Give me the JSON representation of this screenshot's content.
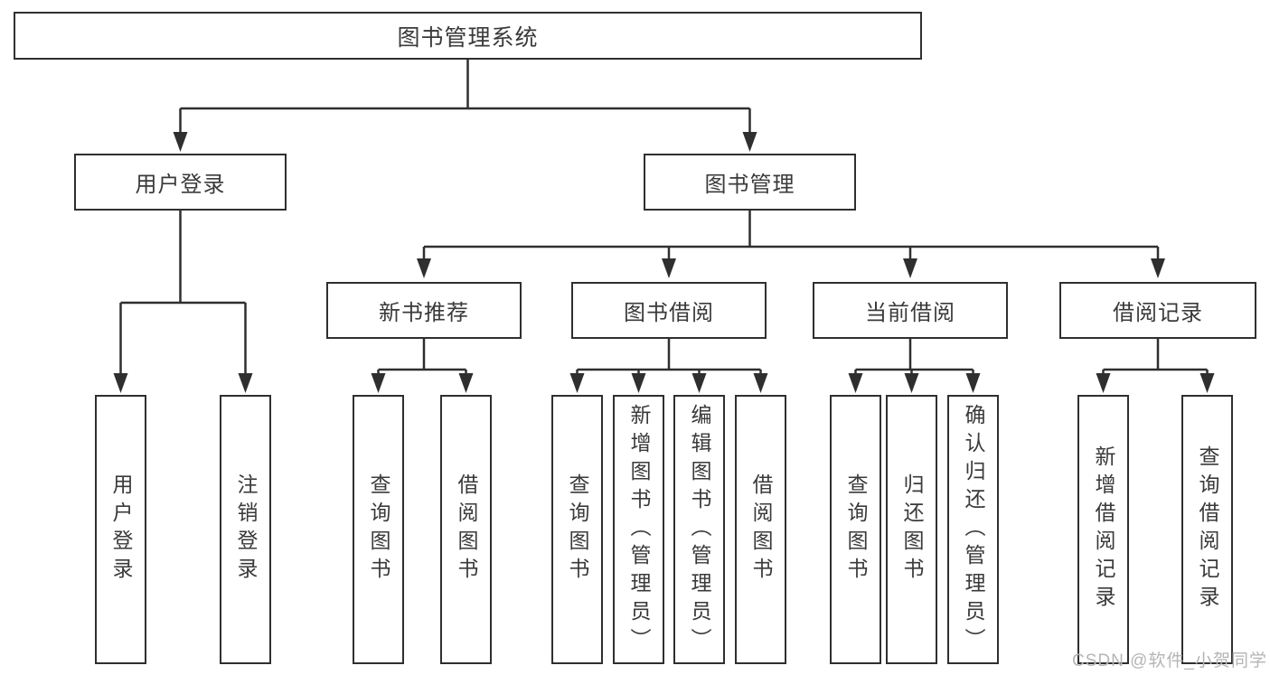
{
  "tree": {
    "root": {
      "label": "图书管理系统"
    },
    "level2": [
      {
        "label": "用户登录"
      },
      {
        "label": "图书管理"
      }
    ],
    "level3": [
      {
        "label": "新书推荐",
        "parent": "图书管理"
      },
      {
        "label": "图书借阅",
        "parent": "图书管理"
      },
      {
        "label": "当前借阅",
        "parent": "图书管理"
      },
      {
        "label": "借阅记录",
        "parent": "图书管理"
      }
    ],
    "leaves": [
      {
        "label": "用户登录",
        "parent": "用户登录"
      },
      {
        "label": "注销登录",
        "parent": "用户登录"
      },
      {
        "label": "查询图书",
        "parent": "新书推荐"
      },
      {
        "label": "借阅图书",
        "parent": "新书推荐"
      },
      {
        "label": "查询图书",
        "parent": "图书借阅"
      },
      {
        "label": "新增图书（管理员）",
        "parent": "图书借阅"
      },
      {
        "label": "编辑图书（管理员）",
        "parent": "图书借阅"
      },
      {
        "label": "借阅图书",
        "parent": "图书借阅"
      },
      {
        "label": "查询图书",
        "parent": "当前借阅"
      },
      {
        "label": "归还图书",
        "parent": "当前借阅"
      },
      {
        "label": "确认归还（管理员）",
        "parent": "当前借阅"
      },
      {
        "label": "新增借阅记录",
        "parent": "借阅记录"
      },
      {
        "label": "查询借阅记录",
        "parent": "借阅记录"
      }
    ]
  },
  "watermark": {
    "text": "CSDN @软件_小贺同学"
  },
  "colors": {
    "line": "#2f2f2f",
    "text": "#3a3a3a",
    "watermark": "#b5b5b5",
    "background": "#ffffff"
  }
}
